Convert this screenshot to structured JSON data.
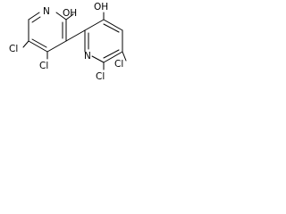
{
  "molecule": {
    "atoms": {
      "n_left": "N",
      "oh_left": "OH",
      "cl_left_upper": "Cl",
      "cl_left_lower": "Cl",
      "oh_right": "OH",
      "n_right": "N",
      "cl_right_upper": "Cl",
      "cl_right_lower": "Cl"
    }
  }
}
